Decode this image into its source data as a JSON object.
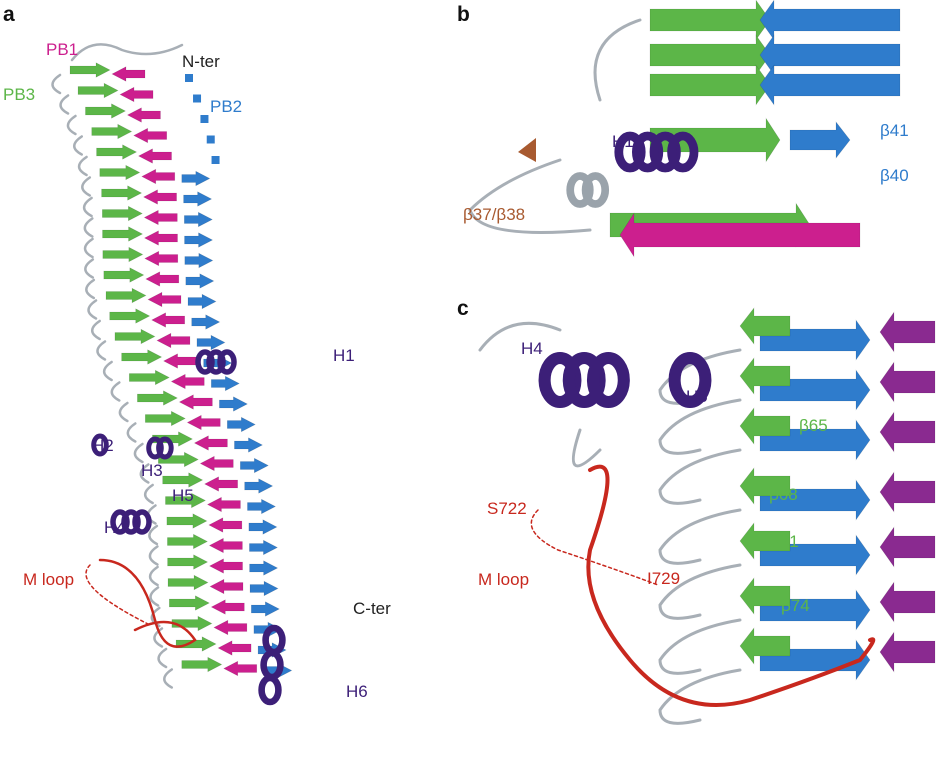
{
  "colors": {
    "pb1": "#cc1f8e",
    "pb2": "#2f7ccc",
    "pb3": "#5cb648",
    "helix": "#3c1f78",
    "loop": "#a8afb6",
    "m_loop": "#c8281e",
    "beta37_38": "#a85a30",
    "text_dark": "#222222"
  },
  "panel_a": {
    "letter": "a",
    "labels": {
      "pb1": "PB1",
      "n_ter": "N-ter",
      "pb3": "PB3",
      "pb2": "PB2",
      "h1": "H1",
      "h2": "H2",
      "h3": "H3",
      "h5": "H5",
      "h4": "H4",
      "m_loop": "M loop",
      "c_ter": "C-ter",
      "h6": "H6"
    }
  },
  "panel_b": {
    "letter": "b",
    "labels": {
      "h1": "H1",
      "b41": "β41",
      "b37_38": "β37/β38",
      "b40": "β40"
    }
  },
  "panel_c": {
    "letter": "c",
    "labels": {
      "h4": "H4",
      "h5": "H5",
      "b65": "β65",
      "b68": "β68",
      "b71": "β71",
      "b74": "β74",
      "s722": "S722",
      "i729": "I729",
      "m_loop": "M loop"
    }
  }
}
